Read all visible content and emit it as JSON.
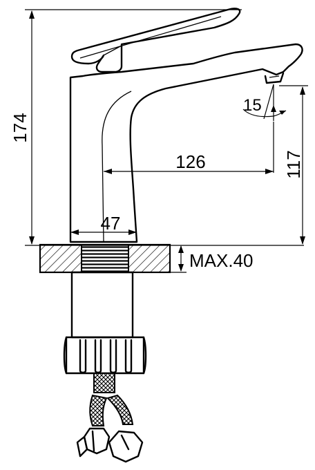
{
  "dimensions": {
    "overall_height": "174",
    "spout_reach": "126",
    "spout_height": "117",
    "base_width": "47",
    "spout_angle": "15",
    "max_thickness": "MAX.40"
  }
}
